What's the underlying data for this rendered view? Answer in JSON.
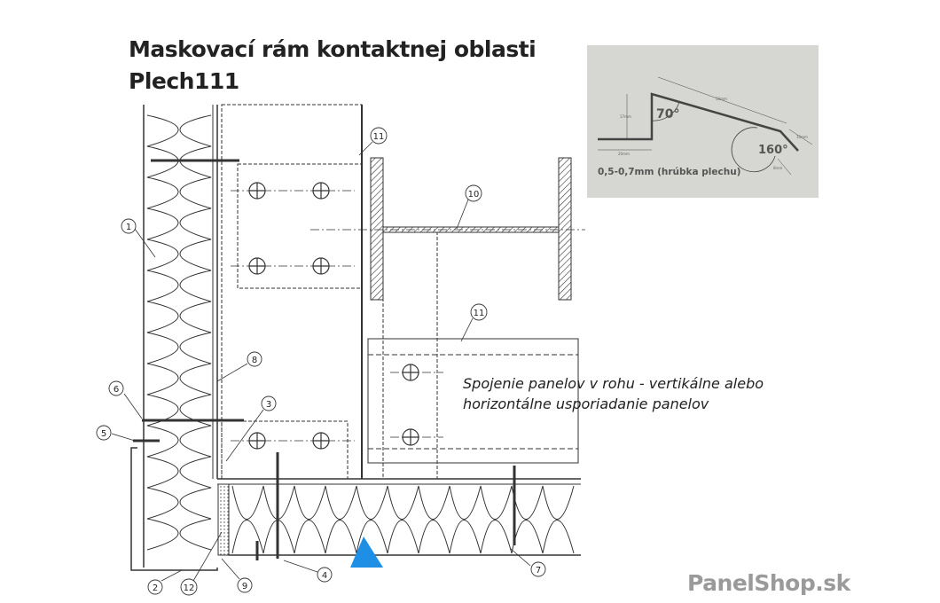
{
  "title": {
    "line1": "Maskovací rám kontaktnej oblasti",
    "line2": "Plech111"
  },
  "inset": {
    "angle_top": "70°",
    "angle_bottom": "160°",
    "dim_height": "17mm",
    "dim_base": "20mm",
    "dim_slope": "50mm",
    "dim_tip": "10mm",
    "dim_tip_width": "8mm",
    "thickness_note": "0,5-0,7mm (hrúbka plechu)"
  },
  "caption": {
    "line1": "Spojenie panelov v rohu - vertikálne alebo",
    "line2": "horizontálne usporiadanie panelov"
  },
  "callouts": [
    "1",
    "2",
    "3",
    "4",
    "5",
    "6",
    "7",
    "8",
    "9",
    "10",
    "11",
    "11",
    "12"
  ],
  "logo": {
    "brand": "PanelShop",
    "tld": ".sk"
  },
  "colors": {
    "accent_marker": "#1f8fe6",
    "line": "#333333"
  }
}
